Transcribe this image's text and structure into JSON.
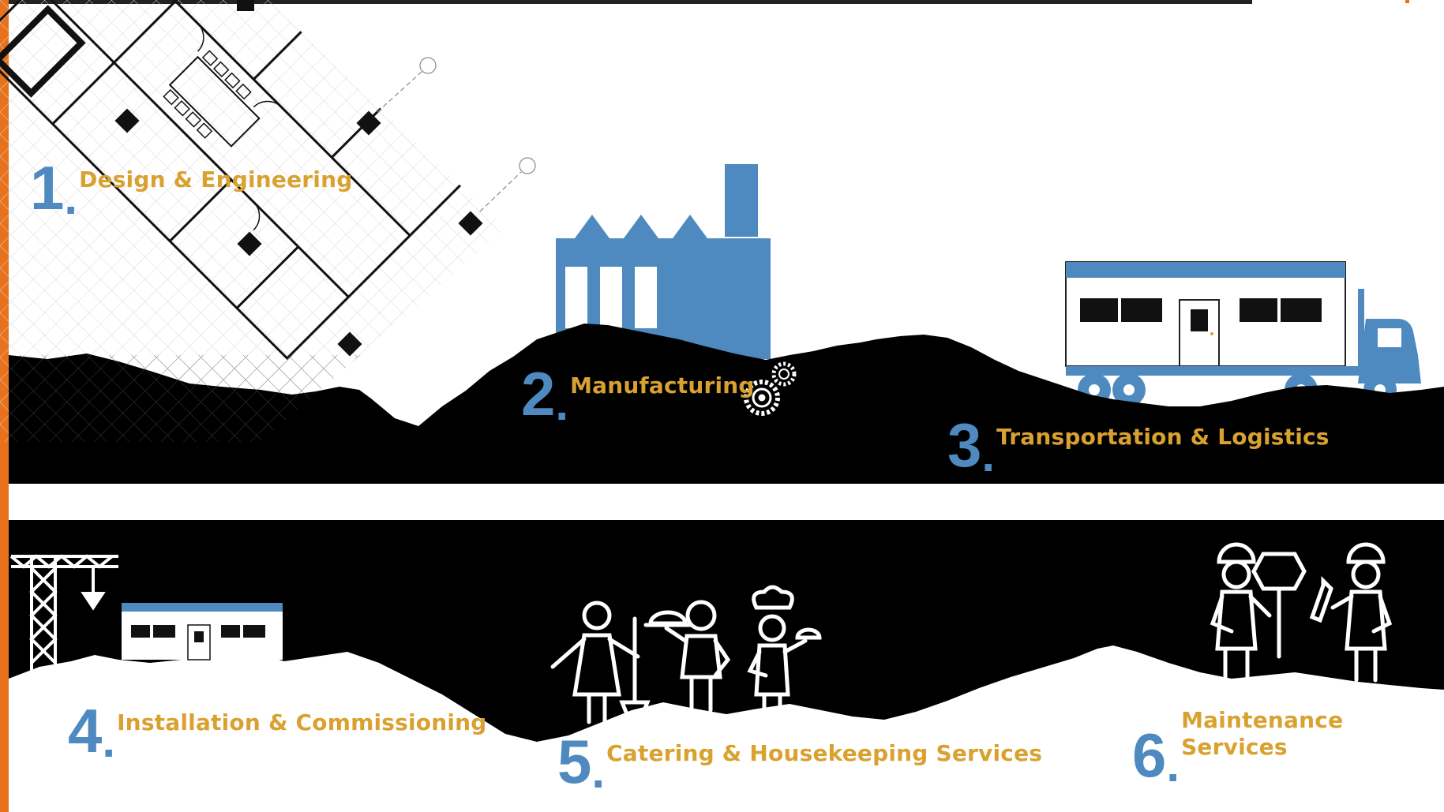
{
  "colors": {
    "number_blue": "#4E8AC0",
    "label_gold": "#D9A130",
    "ground": "#000000",
    "accent_orange": "#E8721C",
    "truck_blue": "#4E8AC0"
  },
  "steps": [
    {
      "number": "1",
      "dot": ".",
      "label": "Design & Engineering",
      "icon": "floor-plan-icon"
    },
    {
      "number": "2",
      "dot": ".",
      "label": "Manufacturing",
      "icon": "factory-icon"
    },
    {
      "number": "3",
      "dot": ".",
      "label": "Transportation & Logistics",
      "icon": "truck-icon"
    },
    {
      "number": "4",
      "dot": ".",
      "label": "Installation & Commissioning",
      "icon": "crane-icon"
    },
    {
      "number": "5",
      "dot": ".",
      "label": "Catering & Housekeeping Services",
      "icon": "staff-icon"
    },
    {
      "number": "6",
      "dot": ".",
      "label": "Maintenance Services",
      "icon": "workers-icon"
    }
  ]
}
